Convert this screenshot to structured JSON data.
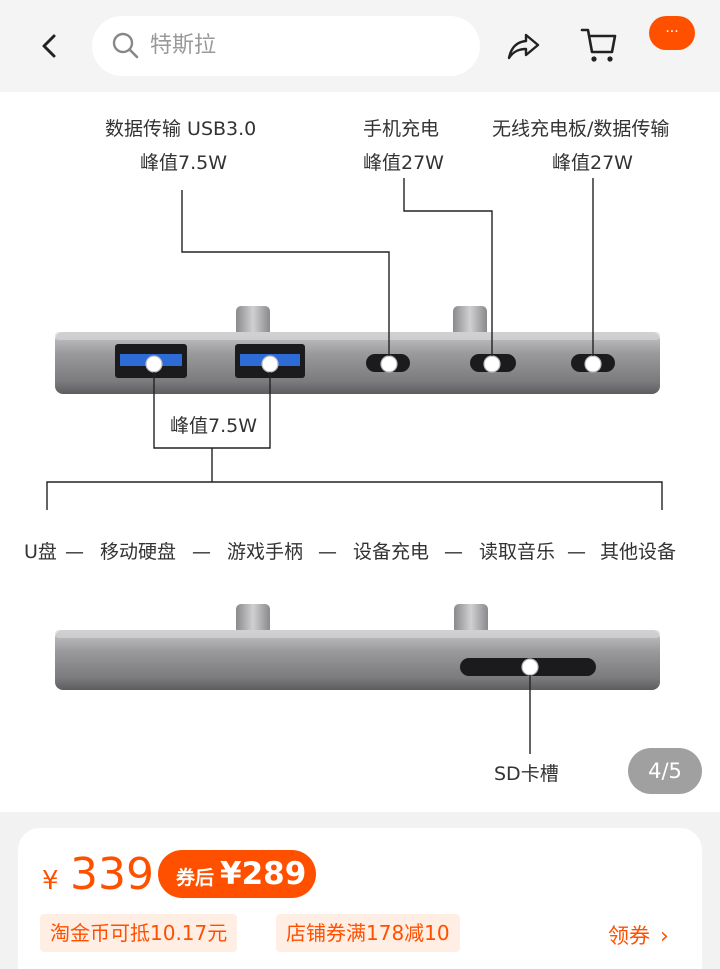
{
  "search": {
    "query": "特斯拉"
  },
  "header": {
    "more_label": "···"
  },
  "gallery": {
    "labels": {
      "port1_title": "数据传输 USB3.0",
      "port1_power": "峰值7.5W",
      "port2_title": "手机充电",
      "port2_power": "峰值27W",
      "port3_title": "无线充电板/数据传输",
      "port3_power": "峰值27W",
      "usb_power": "峰值7.5W",
      "uses": [
        "U盘",
        "移动硬盘",
        "游戏手柄",
        "设备充电",
        "读取音乐",
        "其他设备"
      ],
      "sd_slot": "SD卡槽"
    },
    "counter": "4/5"
  },
  "price": {
    "currency": "¥",
    "value": "339",
    "coupon_label": "券后",
    "coupon_value": "¥289",
    "tags": [
      "淘金币可抵10.17元",
      "店铺券满178减10"
    ],
    "get_coupon": "领券"
  },
  "colors": {
    "accent": "#ff5000",
    "tag_bg": "#ffeee4"
  }
}
